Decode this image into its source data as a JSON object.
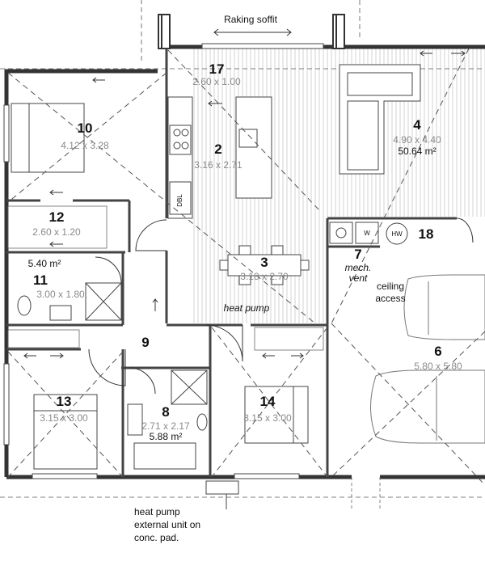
{
  "plan": {
    "rooms": [
      {
        "id": "10",
        "number": "10",
        "size": "4.12 x 3.28"
      },
      {
        "id": "17",
        "number": "17",
        "size": "2.60 x 1.00"
      },
      {
        "id": "2",
        "number": "2",
        "size": "3.16 x 2.71"
      },
      {
        "id": "4",
        "number": "4",
        "size": "4.90 x 4.40",
        "area": "50.64 m²"
      },
      {
        "id": "12",
        "number": "12",
        "size": "2.60 x 1.20"
      },
      {
        "id": "11",
        "number": "11",
        "size": "3.00 x 1.80",
        "area": "5.40 m²"
      },
      {
        "id": "3",
        "number": "3",
        "size": "3.18 x 2.70"
      },
      {
        "id": "18",
        "number": "18"
      },
      {
        "id": "7",
        "number": "7"
      },
      {
        "id": "9",
        "number": "9"
      },
      {
        "id": "6",
        "number": "6",
        "size": "5.80 x 5.80"
      },
      {
        "id": "13",
        "number": "13",
        "size": "3.15 x 3.00"
      },
      {
        "id": "8",
        "number": "8",
        "size": "2.71 x 2.17",
        "area": "5.88 m²"
      },
      {
        "id": "14",
        "number": "14",
        "size": "3.15 x 3.00"
      }
    ],
    "labels": {
      "raking_soffit": "Raking soffit",
      "heat_pump": "heat pump",
      "mech_vent_1": "mech.",
      "mech_vent_2": "vent",
      "ceiling_access_1": "ceiling",
      "ceiling_access_2": "access",
      "hw": "HW",
      "w": "W",
      "dbl": "DBL",
      "external_note": [
        "heat pump",
        "external unit on",
        "conc. pad."
      ]
    }
  }
}
